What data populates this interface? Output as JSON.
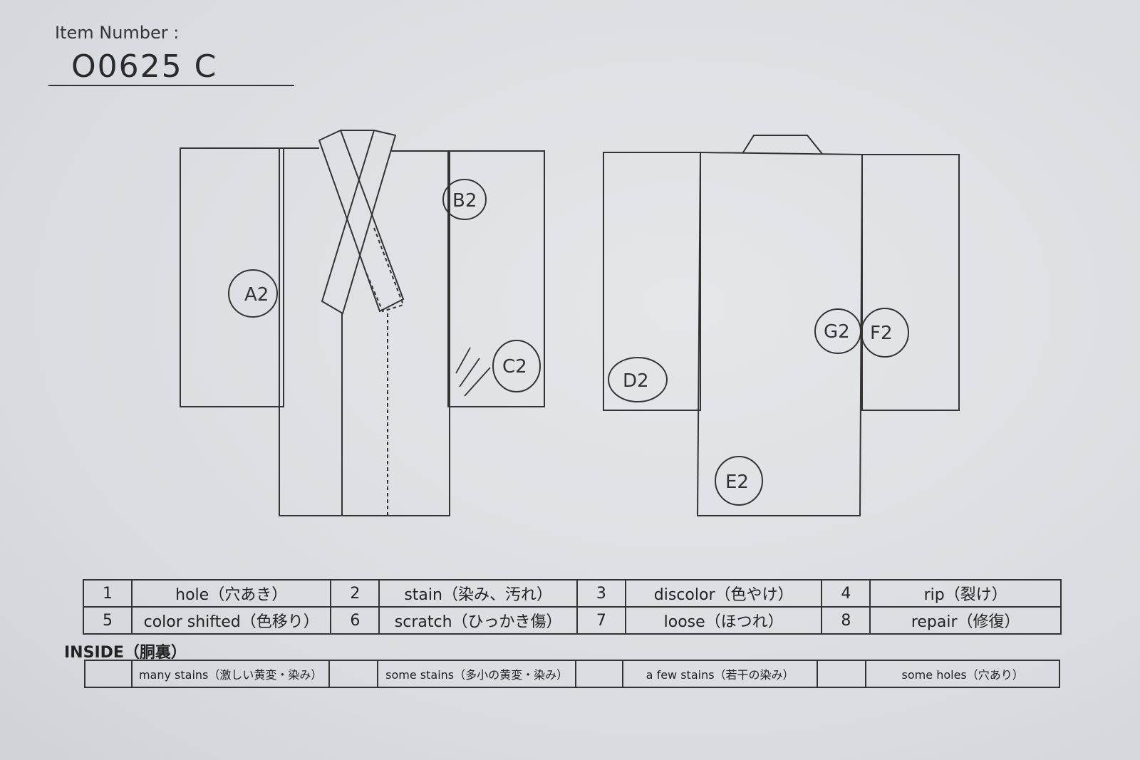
{
  "header": {
    "item_label": "Item Number :",
    "item_number": "O0625  C"
  },
  "front_marks": [
    {
      "label": "A2"
    },
    {
      "label": "B2"
    },
    {
      "label": "C2"
    }
  ],
  "back_marks": [
    {
      "label": "D2"
    },
    {
      "label": "E2"
    },
    {
      "label": "G2"
    },
    {
      "label": "F2"
    }
  ],
  "legend": {
    "row1": [
      {
        "num": "1",
        "text": "hole（穴あき）"
      },
      {
        "num": "2",
        "text": "stain（染み、汚れ）"
      },
      {
        "num": "3",
        "text": "discolor（色やけ）"
      },
      {
        "num": "4",
        "text": "rip（裂け）"
      }
    ],
    "row2": [
      {
        "num": "5",
        "text": "color shifted（色移り）"
      },
      {
        "num": "6",
        "text": "scratch（ひっかき傷）"
      },
      {
        "num": "7",
        "text": "loose（ほつれ）"
      },
      {
        "num": "8",
        "text": "repair（修復）"
      }
    ]
  },
  "inside": {
    "heading": "INSIDE（胴裏）",
    "items": [
      {
        "text": "many stains（激しい黄変・染み）"
      },
      {
        "text": "some stains（多小の黄変・染み）"
      },
      {
        "text": "a few stains（若干の染み）"
      },
      {
        "text": "some holes（穴あり）"
      }
    ]
  }
}
